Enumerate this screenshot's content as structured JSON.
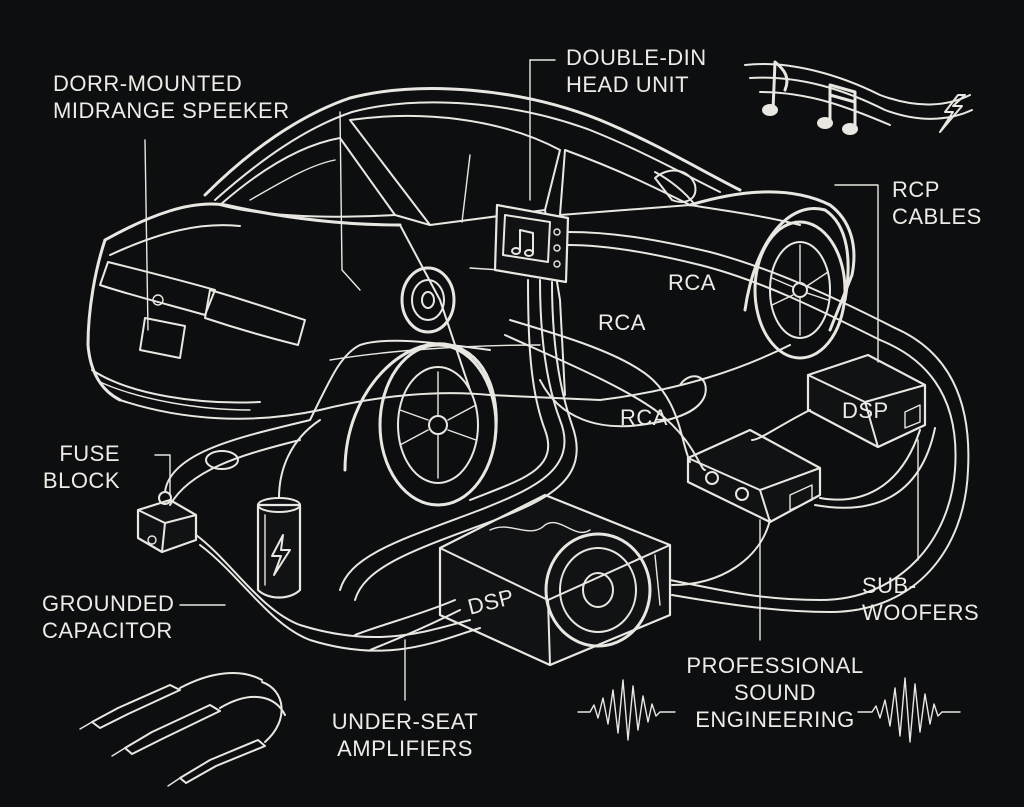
{
  "labels": {
    "door_speaker": [
      "DORR-MOUNTED",
      "MIDRANGE SPEEKER"
    ],
    "head_unit": [
      "DOUBLE-DIN",
      "HEAD UNIT"
    ],
    "rcp_cables": [
      "RCP",
      "CABLES"
    ],
    "fuse_block": [
      "FUSE",
      "BLOCK"
    ],
    "grounded_capacitor": [
      "GROUNDED",
      "CAPACITOR"
    ],
    "under_seat_amplifiers": [
      "UNDER-SEAT",
      "AMPLIFIERS"
    ],
    "professional_sound": [
      "PROFESSIONAL",
      "SOUND",
      "ENGINEERING"
    ],
    "subwoofers": [
      "SUB-",
      "WOOFERS"
    ]
  },
  "cable_tags": [
    "RCA",
    "RCA",
    "RCA"
  ],
  "component_tags": {
    "dsp_right": "DSP",
    "dsp_subwoofer": "DSP"
  },
  "icons": [
    "music-notes-icon",
    "lightning-icon",
    "music-note-screen-icon",
    "capacitor-bolt-icon",
    "sound-wave-left-icon",
    "sound-wave-right-icon",
    "test-probes-icon"
  ],
  "colors": {
    "background": "#0d0e10",
    "line": "#e8e7e2"
  }
}
